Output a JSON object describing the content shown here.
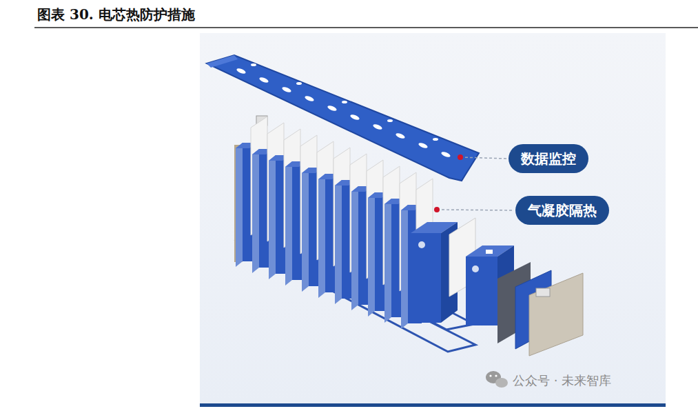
{
  "diagram": {
    "title": "图表 30. 电芯热防护措施",
    "nodes": [
      {
        "text": [
          "数据监控"
        ]
      },
      {
        "text": [
          "气凝胶隔热"
        ]
      }
    ],
    "labels": [
      "公众号 · 未来智库"
    ]
  }
}
